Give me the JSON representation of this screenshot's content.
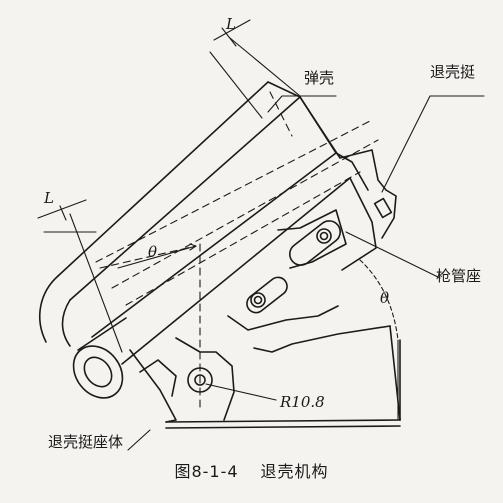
{
  "labels": {
    "shell_casing": "弹壳",
    "ejector": "退壳挺",
    "tube_seat": "枪管座",
    "ejector_seat_body": "退壳挺座体",
    "radius": "R10.8",
    "length_top": "L",
    "length_left": "L",
    "angle_left": "θ",
    "angle_right": "θ"
  },
  "caption": {
    "number": "图8-1-4",
    "title": "退壳机构"
  }
}
